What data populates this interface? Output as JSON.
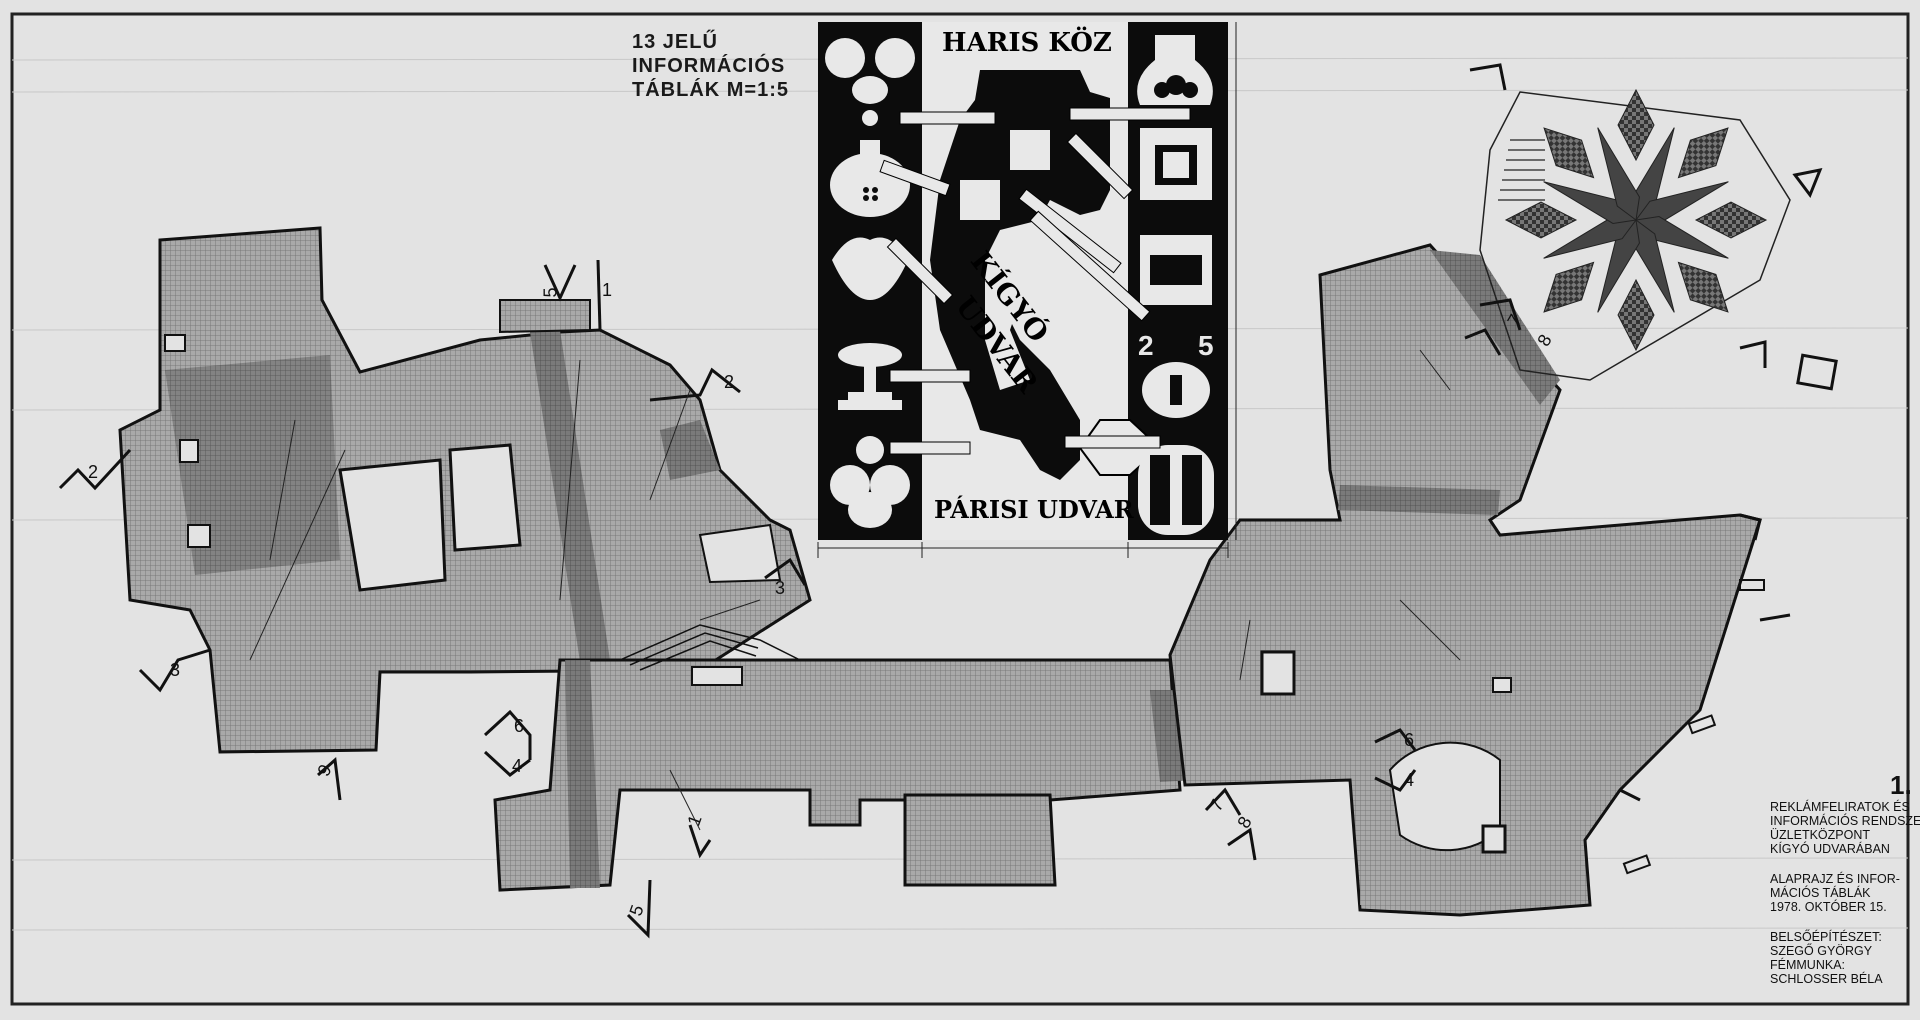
{
  "heading": {
    "line1": "13 JELŰ",
    "line2": "INFORMÁCIÓS",
    "line3": "TÁBLÁK M=1:5"
  },
  "panel": {
    "top_title": "HARIS KÖZ",
    "center_title_1": "KÍGYÓ",
    "center_title_2": "UDVAR",
    "bottom_title": "PÁRISI UDVAR",
    "number_left": "2",
    "number_right": "5"
  },
  "title_block": {
    "sheet_number": "1.",
    "project_lines": [
      "REKLÁMFELIRATOK ÉS",
      "INFORMÁCIÓS RENDSZER A BELVÁROSI",
      "ÜZLETKÖZPONT",
      "KÍGYÓ UDVARÁBAN"
    ],
    "drawing_lines": [
      "ALAPRAJZ ÉS INFOR-",
      "MÁCIÓS TÁBLÁK",
      "1978. OKTÓBER 15."
    ],
    "credit_lines": [
      "BELSŐÉPÍTÉSZET:",
      "SZEGŐ GYÖRGY",
      "FÉMMUNKA:",
      "SCHLOSSER BÉLA"
    ]
  },
  "section_marks": [
    "2",
    "3",
    "5",
    "1",
    "2",
    "3",
    "6",
    "4",
    "9",
    "5",
    "1",
    "6",
    "4",
    "7",
    "8",
    "7",
    "8"
  ],
  "colors": {
    "paper": "#e3e3e3",
    "ink": "#111111",
    "hatch": "#8a8a8a",
    "dark_band": "#6e6e6e"
  }
}
